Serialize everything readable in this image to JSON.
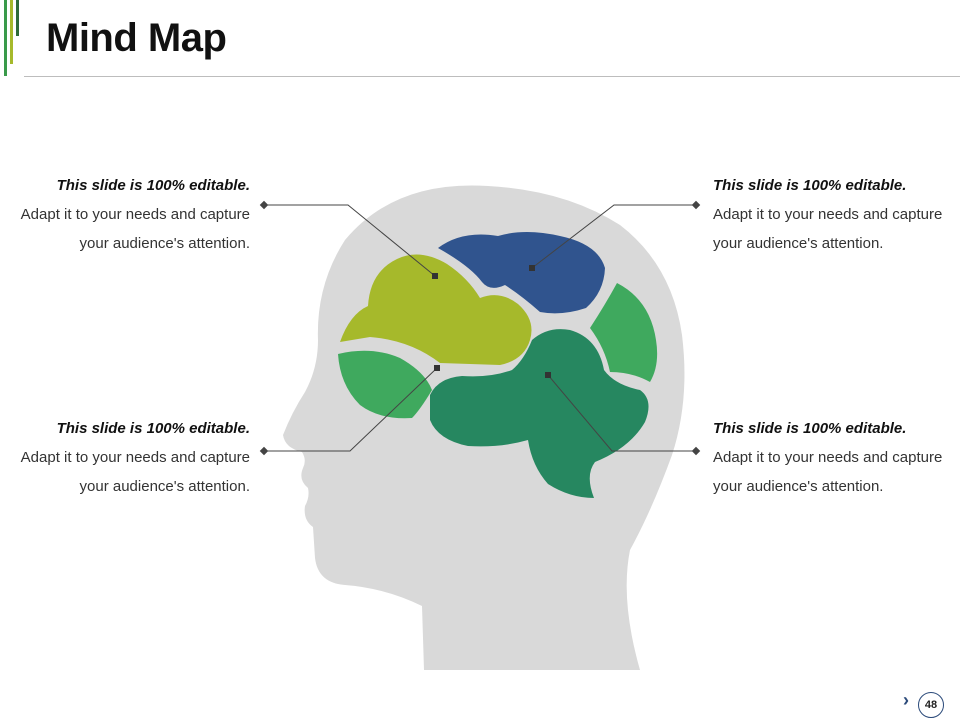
{
  "header": {
    "title": "Mind Map"
  },
  "callouts": [
    {
      "heading": "This slide is 100% editable.",
      "body": "Adapt it to your needs and capture your audience's attention."
    },
    {
      "heading": "This slide is 100% editable.",
      "body": "Adapt it to your needs and capture your audience's attention."
    },
    {
      "heading": "This slide is 100% editable.",
      "body": "Adapt it to your needs and capture your audience's attention."
    },
    {
      "heading": "This slide is 100% editable.",
      "body": "Adapt it to your needs and capture your audience's attention."
    }
  ],
  "footer": {
    "page_number": "48",
    "next_icon": "chevron-right-icon"
  },
  "colors": {
    "head": "#d9d9d9",
    "lobe_lime": "#a6b92b",
    "lobe_blue": "#30548e",
    "lobe_green_light": "#3fa95e",
    "lobe_green_dark": "#268760",
    "connector": "#444444"
  }
}
